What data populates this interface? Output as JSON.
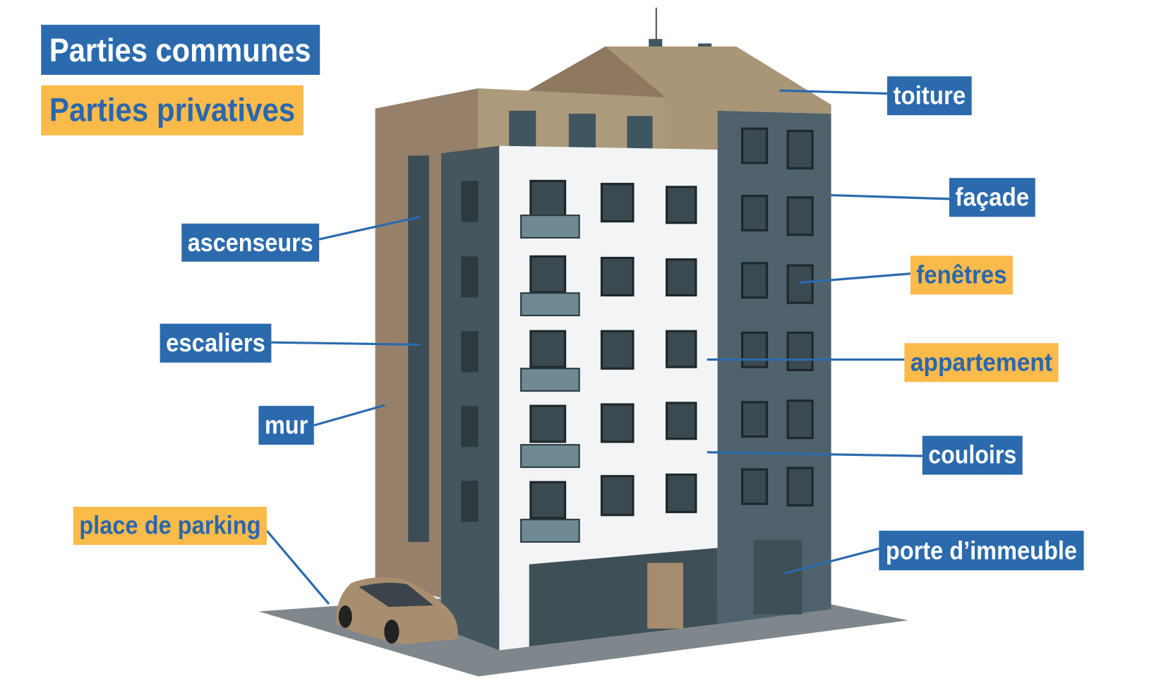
{
  "legend": {
    "common": "Parties communes",
    "private": "Parties privatives"
  },
  "labels": {
    "toiture": "toiture",
    "facade": "façade",
    "fenetres": "fenêtres",
    "appartement": "appartement",
    "couloirs": "couloirs",
    "porte": "porte d’immeuble",
    "ascenseurs": "ascenseurs",
    "escaliers": "escaliers",
    "mur": "mur",
    "parking": "place de parking"
  },
  "colors": {
    "common": "#2a6aad",
    "private": "#fbbb4a",
    "private_text": "#2a67ae"
  }
}
